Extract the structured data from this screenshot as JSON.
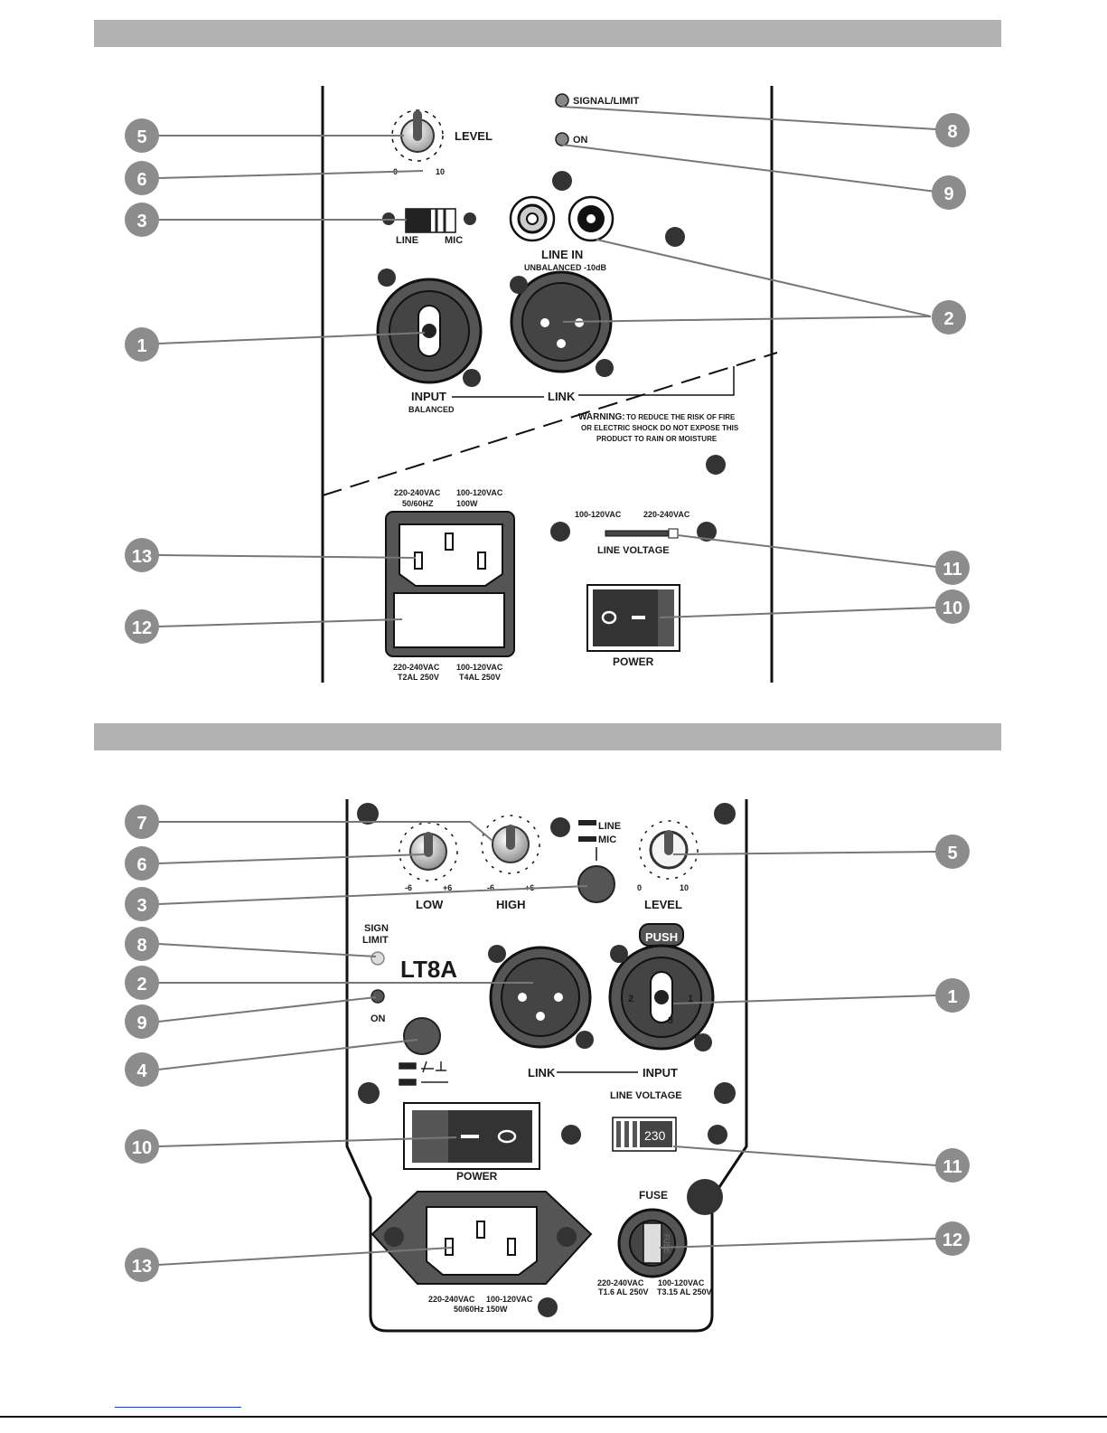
{
  "top_panel": {
    "level_label": "LEVEL",
    "level_min": "0",
    "level_max": "10",
    "signal_limit": "SIGNAL/LIMIT",
    "on_label": "ON",
    "line_label": "LINE",
    "mic_label": "MIC",
    "line_in": "LINE IN",
    "line_in_sub": "UNBALANCED -10dB",
    "input_label": "INPUT",
    "balanced_label": "BALANCED",
    "link_label": "LINK",
    "warning_title": "WARNING:",
    "warning_1": "TO REDUCE THE RISK OF FIRE",
    "warning_2": "OR ELECTRIC SHOCK DO NOT EXPOSE THIS",
    "warning_3": "PRODUCT TO RAIN OR MOISTURE",
    "ac_high": "220-240VAC",
    "ac_low": "100-120VAC",
    "ac_freq": "50/60HZ",
    "ac_watt": "100W",
    "fuse_high": "220-240VAC",
    "fuse_high_rating": "T2AL 250V",
    "fuse_low": "100-120VAC",
    "fuse_low_rating": "T4AL 250V",
    "volt_low": "100-120VAC",
    "volt_high": "220-240VAC",
    "line_voltage": "LINE VOLTAGE",
    "power_label": "POWER",
    "callouts": [
      "5",
      "6",
      "3",
      "1",
      "13",
      "12",
      "8",
      "9",
      "2",
      "11",
      "10"
    ]
  },
  "bottom_panel": {
    "model": "LT8A",
    "low_label": "LOW",
    "high_label": "HIGH",
    "level_label": "LEVEL",
    "eq_min": "-6",
    "eq_max": "+6",
    "level_min": "0",
    "level_max": "10",
    "line_label": "LINE",
    "mic_label": "MIC",
    "sign_label": "SIGN",
    "limit_label": "LIMIT",
    "on_label": "ON",
    "push_label": "PUSH",
    "pin1": "1",
    "pin2": "2",
    "pin3": "3",
    "link_label": "LINK",
    "input_label": "INPUT",
    "line_voltage": "LINE VOLTAGE",
    "volt_value": "230",
    "power_label": "POWER",
    "fuse_label": "FUSE",
    "fuse_cap": "FUSE",
    "ac_high": "220-240VAC",
    "ac_low": "100-120VAC",
    "ac_freq": "50/60Hz 150W",
    "fuse_high": "220-240VAC",
    "fuse_high_rating": "T1.6 AL 250V",
    "fuse_low": "100-120VAC",
    "fuse_low_rating": "T3.15 AL 250V",
    "callouts": [
      "7",
      "6",
      "3",
      "8",
      "2",
      "9",
      "4",
      "10",
      "13",
      "5",
      "1",
      "11",
      "12"
    ]
  },
  "colors": {
    "band": "#b2b2b2",
    "callout": "#8c8c8c",
    "dark": "#3a3a3a"
  }
}
